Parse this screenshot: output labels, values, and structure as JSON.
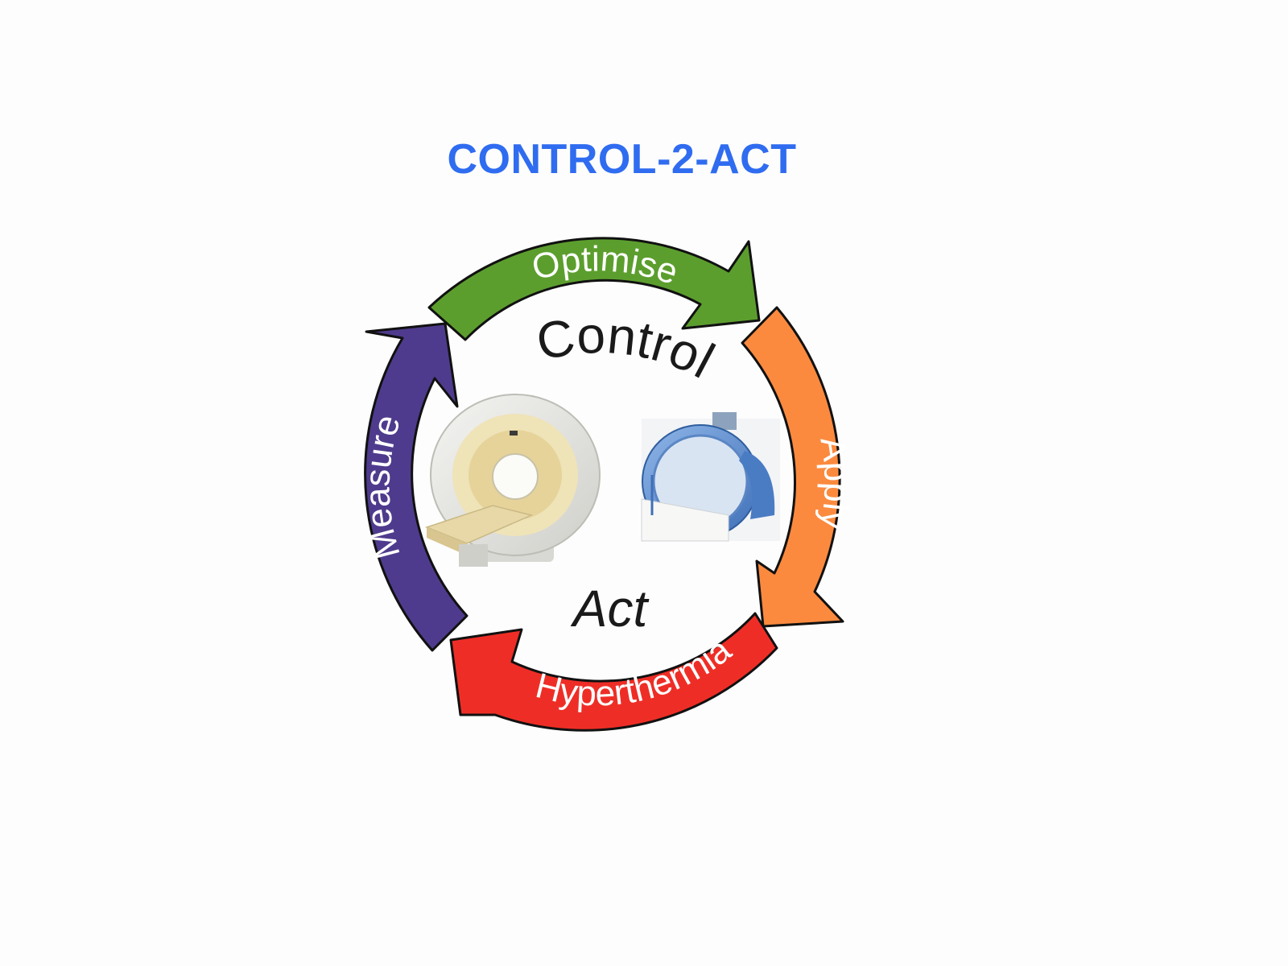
{
  "title": "CONTROL-2-ACT",
  "colors": {
    "title": "#2f6cf0",
    "optimise": "#5c9e2e",
    "apply": "#fb8a3f",
    "hyperthermia": "#ee2e26",
    "measure": "#4f3b8d",
    "outline": "#111111"
  },
  "cycle": {
    "center_top": "Control",
    "center_bottom": "Act",
    "steps": [
      {
        "id": "optimise",
        "label": "Optimise"
      },
      {
        "id": "apply",
        "label": "Apply"
      },
      {
        "id": "hyperthermia",
        "label": "Hyperthermia"
      },
      {
        "id": "measure",
        "label": "Measure"
      }
    ]
  },
  "images": {
    "left": "mri-scanner-icon",
    "right": "hyperthermia-device-icon"
  }
}
